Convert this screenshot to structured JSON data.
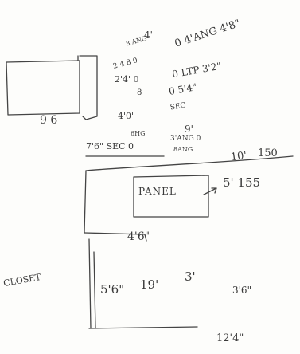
{
  "sketch": {
    "labels": {
      "n4_top": "4'",
      "ang_note": "8 ANG",
      "pt_4_8": "0 4'ANG 4'8\"",
      "n2_48": "2 4 8 0",
      "n2_4_0": "2'4' 0",
      "n3_2": "0 LTP 3'2\"",
      "note_a": "8",
      "n5_4": "0 5'4\"",
      "n4_0": "4'0\"",
      "sec_note": "SEC",
      "n6_96": "9 6",
      "ang2_note": "6HG",
      "n9": "9'",
      "n7_6": "7'6\" SEC 0",
      "ang3_note": "3'ANG 0",
      "n8ang": "8ANG",
      "n10": "10'",
      "n150": "150",
      "panel": "PANEL",
      "n5_155": "5' 155",
      "n4_6": "4'6\"",
      "closet": "CLOSET",
      "n5_6": "5'6\"",
      "n19": "19'",
      "n3": "3'",
      "n3_6": "3'6\"",
      "n12_4": "12'4\""
    },
    "ink_color": "#3a3a3a"
  }
}
